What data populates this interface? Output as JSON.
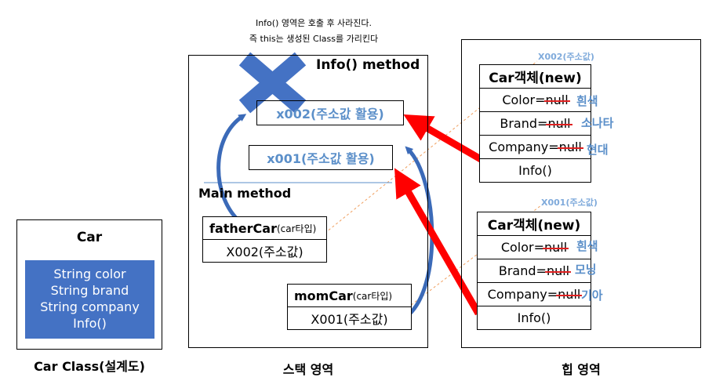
{
  "note": {
    "line1": "Info() 영역은 호출 후 사라진다.",
    "line2": "즉 this는 생성된 Class를 가리킨다"
  },
  "class_def": {
    "title": "Car",
    "members": [
      "String color",
      "String brand",
      "String company",
      "Info()"
    ],
    "caption": "Car Class(설계도)"
  },
  "stack": {
    "caption": "스택 영역",
    "info_title": "Info() method",
    "info_slot_1": "x002(주소값 활용)",
    "info_slot_2": "x001(주소값 활용)",
    "main_title": "Main method",
    "father": {
      "name": "fatherCar",
      "type": "(car타입)",
      "value": "X002(주소값)"
    },
    "mom": {
      "name": "momCar",
      "type": "(car타입)",
      "value": "X001(주소값)"
    }
  },
  "heap": {
    "caption": "힙 영역",
    "objects": [
      {
        "address": "X002(주소값)",
        "title": "Car객체(new)",
        "fields": [
          {
            "label": "Color=",
            "old": "null",
            "new": "흰색"
          },
          {
            "label": "Brand=",
            "old": "null",
            "new": "소나타"
          },
          {
            "label": "Company=",
            "old": "null",
            "new": "현대"
          }
        ],
        "method": "Info()"
      },
      {
        "address": "X001(주소값)",
        "title": "Car객체(new)",
        "fields": [
          {
            "label": "Color=",
            "old": "null",
            "new": "흰색"
          },
          {
            "label": "Brand=",
            "old": "null",
            "new": "모닝"
          },
          {
            "label": "Company=",
            "old": "null",
            "new": "기아"
          }
        ],
        "method": "Info()"
      }
    ]
  },
  "colors": {
    "class_fill": "#4472c4",
    "arrow_red": "#ff0000",
    "arrow_blue": "#3b6ab8",
    "text_blue": "#5b8fc9"
  }
}
